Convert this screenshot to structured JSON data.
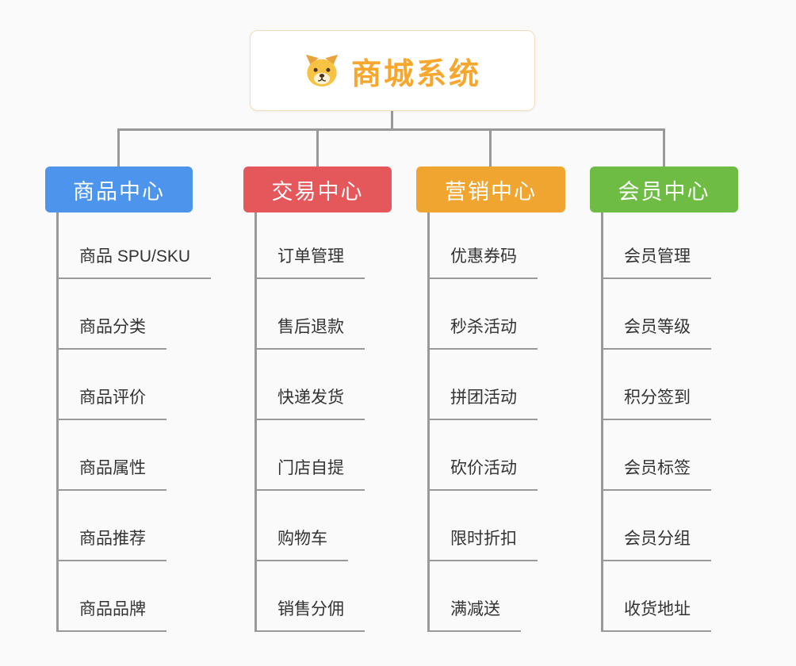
{
  "root": {
    "title": "商城系统",
    "title_color": "#f7a72e",
    "icon": "dog-icon"
  },
  "connector_color": "#999999",
  "leaf_text_color": "#333333",
  "branches": [
    {
      "title": "商品中心",
      "color": "#4d94ec",
      "children": [
        "商品 SPU/SKU",
        "商品分类",
        "商品评价",
        "商品属性",
        "商品推荐",
        "商品品牌"
      ]
    },
    {
      "title": "交易中心",
      "color": "#e4575b",
      "children": [
        "订单管理",
        "售后退款",
        "快递发货",
        "门店自提",
        "购物车",
        "销售分佣"
      ]
    },
    {
      "title": "营销中心",
      "color": "#efa52f",
      "children": [
        "优惠券码",
        "秒杀活动",
        "拼团活动",
        "砍价活动",
        "限时折扣",
        "满减送"
      ]
    },
    {
      "title": "会员中心",
      "color": "#6fbc45",
      "children": [
        "会员管理",
        "会员等级",
        "积分签到",
        "会员标签",
        "会员分组",
        "收货地址"
      ]
    }
  ]
}
